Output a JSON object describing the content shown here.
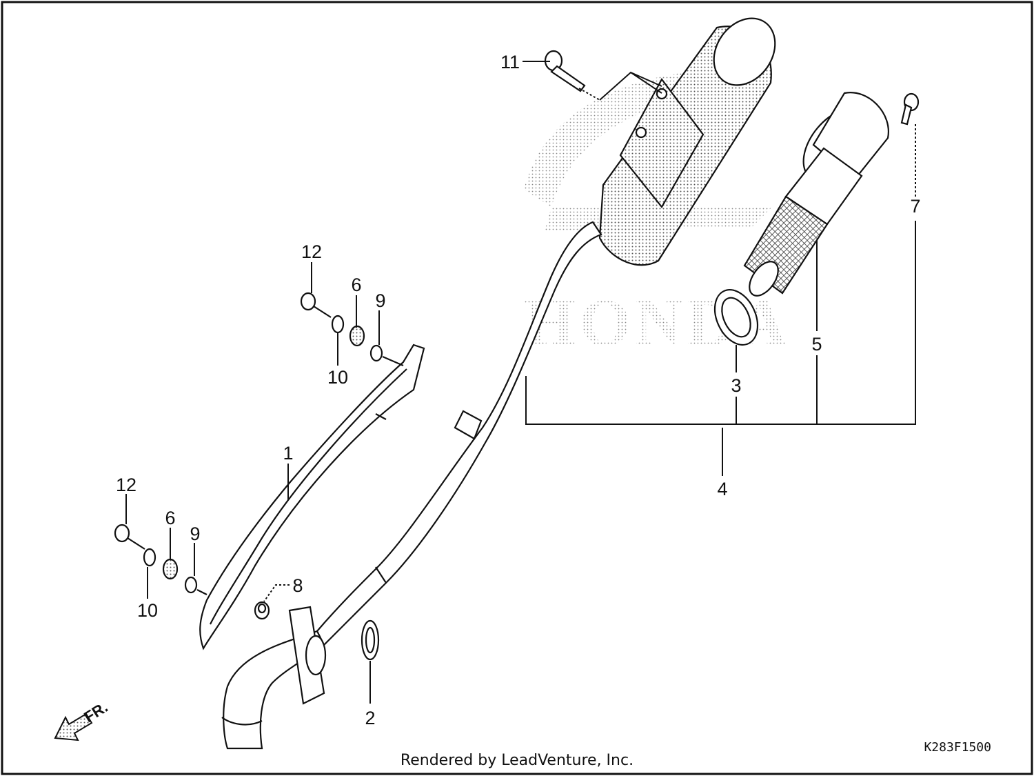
{
  "diagram": {
    "code": "K283F1500",
    "credit": "Rendered by LeadVenture, Inc.",
    "front_indicator": "FR.",
    "watermark": {
      "brand_text": "HONDA",
      "logo_icon": "honda-wing-logo-icon"
    },
    "callouts": {
      "c1": "1",
      "c2": "2",
      "c3": "3",
      "c4": "4",
      "c5": "5",
      "c6a": "6",
      "c6b": "6",
      "c7": "7",
      "c8": "8",
      "c9a": "9",
      "c9b": "9",
      "c10a": "10",
      "c10b": "10",
      "c11": "11",
      "c12a": "12",
      "c12b": "12"
    },
    "icons": {
      "front_arrow": "front-arrow-icon"
    }
  }
}
